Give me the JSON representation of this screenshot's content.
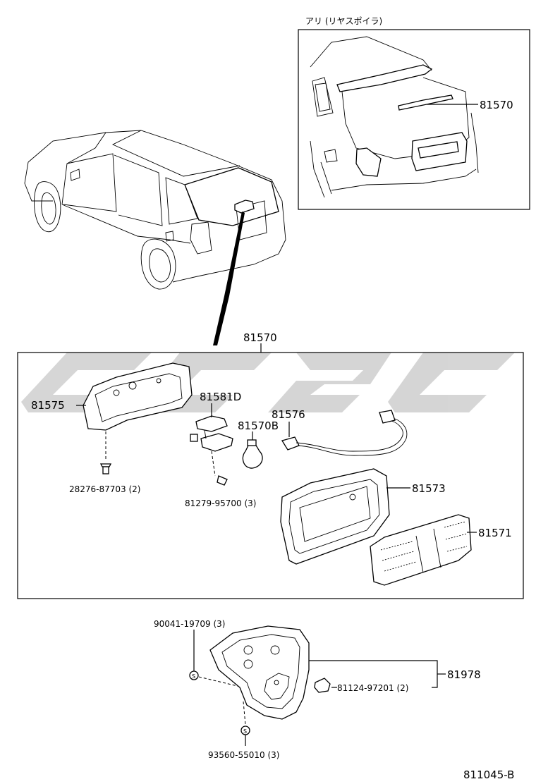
{
  "inset": {
    "caption": "アリ (リヤスポイラ)",
    "part_label": "81570"
  },
  "assembly": {
    "label": "81570"
  },
  "parts": {
    "lamp_cover": "81575",
    "screw_left": "28276-87703 (2)",
    "bulb_socket_plate": "81581D",
    "bulb": "81570B",
    "screw_mid": "81279-95700 (3)",
    "wire_harness": "81576",
    "housing": "81573",
    "lens": "81571",
    "nut": "90041-19709 (3)",
    "clip": "81124-97201 (2)",
    "bracket_assembly": "81978",
    "screw_bottom": "93560-55010 (3)"
  },
  "diagram_id": "811045-B",
  "watermark": "ctc"
}
